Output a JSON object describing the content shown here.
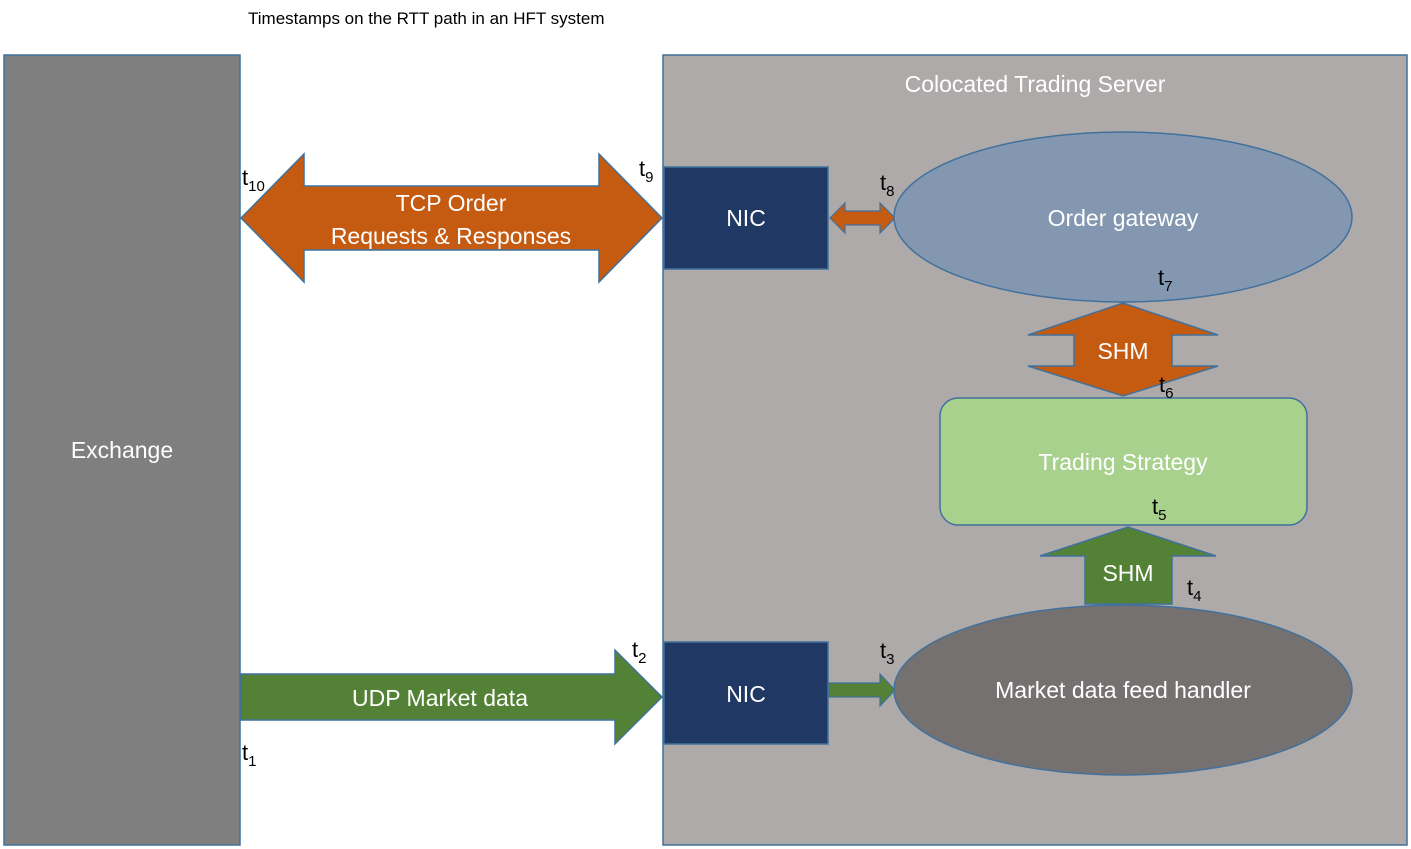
{
  "title": "Timestamps on the RTT path in an HFT system",
  "exchange": {
    "label": "Exchange"
  },
  "server": {
    "label": "Colocated Trading Server"
  },
  "nic_top": {
    "label": "NIC"
  },
  "nic_bottom": {
    "label": "NIC"
  },
  "order_gateway": {
    "label": "Order gateway"
  },
  "trading_strategy": {
    "label": "Trading Strategy"
  },
  "feed_handler": {
    "label": "Market data feed handler"
  },
  "tcp_arrow": {
    "line1": "TCP Order",
    "line2": "Requests & Responses"
  },
  "udp_arrow": {
    "label": "UDP Market data"
  },
  "shm_top": {
    "label": "SHM"
  },
  "shm_bottom": {
    "label": "SHM"
  },
  "timestamps": {
    "t1": {
      "base": "t",
      "sub": "1"
    },
    "t2": {
      "base": "t",
      "sub": "2"
    },
    "t3": {
      "base": "t",
      "sub": "3"
    },
    "t4": {
      "base": "t",
      "sub": "4"
    },
    "t5": {
      "base": "t",
      "sub": "5"
    },
    "t6": {
      "base": "t",
      "sub": "6"
    },
    "t7": {
      "base": "t",
      "sub": "7"
    },
    "t8": {
      "base": "t",
      "sub": "8"
    },
    "t9": {
      "base": "t",
      "sub": "9"
    },
    "t10": {
      "base": "t",
      "sub": "10"
    }
  },
  "colors": {
    "exchange_fill": "#7f7f7f",
    "server_fill": "#aeaaaa",
    "nic_fill": "#1f3864",
    "order_gateway_fill": "#8497b0",
    "trading_strategy_fill": "#a9d18e",
    "feed_handler_fill": "#767171",
    "tcp_arrow_fill": "#c55a11",
    "udp_arrow_fill": "#538135",
    "outline": "#41719c"
  }
}
